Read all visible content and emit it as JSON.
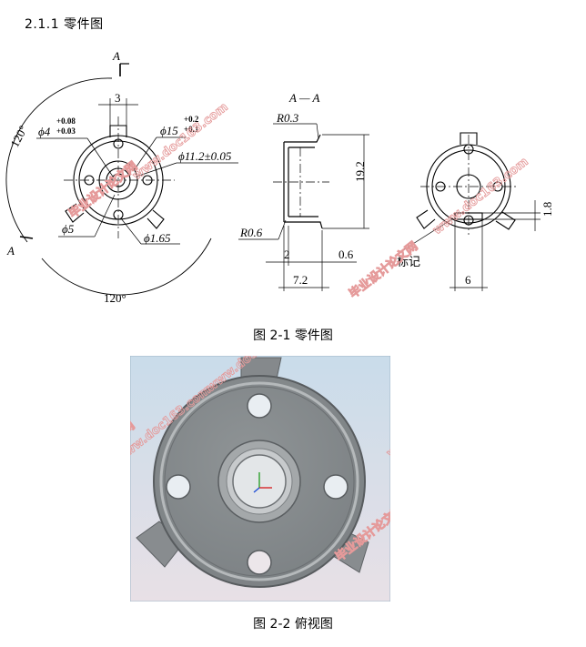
{
  "section_heading": "2.1.1 零件图",
  "figure1": {
    "caption": "图 2-1 零件图",
    "labels": {
      "section_mark": "A",
      "section_view_title": "A — A",
      "angle_left": "120°",
      "angle_bottom": "120°",
      "dim_3": "3",
      "dim_phi4": "ϕ4",
      "tol_phi4_upper": "+0.08",
      "tol_phi4_lower": "+0.03",
      "dim_phi15": "ϕ15",
      "tol_phi15_upper": "+0.2",
      "tol_phi15_lower": "+0.1",
      "dim_phi11": "ϕ11.2±0.05",
      "dim_phi5": "ϕ5",
      "dim_phi165": "ϕ1.65",
      "r03": "R0.3",
      "r06": "R0.6",
      "dim_192": "19.2",
      "dim_2": "2",
      "dim_06": "0.6",
      "dim_72": "7.2",
      "dim_18": "1.8",
      "dim_6": "6",
      "mark_label": "标记"
    }
  },
  "figure2": {
    "caption": "图 2-2 俯视图"
  },
  "watermark": {
    "cn": "毕业设计论文网",
    "url": "www.doc163.com"
  }
}
